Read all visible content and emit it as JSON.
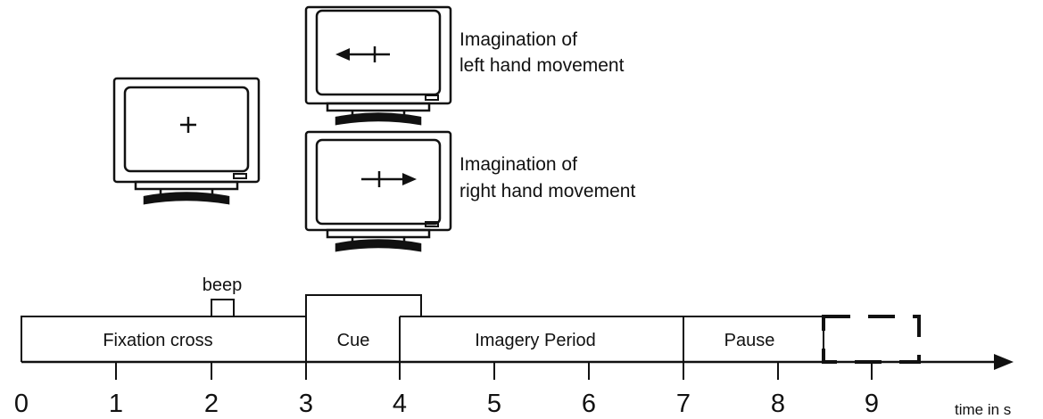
{
  "monitors": [
    {
      "id": "fixation",
      "symbol": "cross"
    },
    {
      "id": "left",
      "symbol": "left-arrow"
    },
    {
      "id": "right",
      "symbol": "right-arrow"
    }
  ],
  "labels": {
    "left_line1": "Imagination of",
    "left_line2": "left hand movement",
    "right_line1": "Imagination of",
    "right_line2": "right hand movement"
  },
  "timeline": {
    "beep": "beep",
    "segments": {
      "fixation": "Fixation cross",
      "cue": "Cue",
      "imagery": "Imagery Period",
      "pause": "Pause"
    },
    "ticks": [
      "0",
      "1",
      "2",
      "3",
      "4",
      "5",
      "6",
      "7",
      "8",
      "9"
    ],
    "axis_label": "time in s"
  }
}
